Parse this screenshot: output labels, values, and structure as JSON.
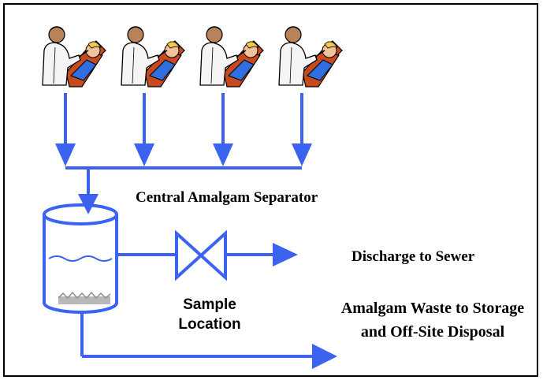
{
  "colors": {
    "pipe": "#3b63f0",
    "frame": "#000000",
    "text": "#000000",
    "coat": "#f4f4f4",
    "chair": "#c64a1e",
    "patient_clothes": "#2f6fe0",
    "skin": "#f1c29b",
    "hair": "#f0c94d"
  },
  "clipart_icon": "dentist-treating-patient-icon",
  "stations": [
    "dental-chair-1",
    "dental-chair-2",
    "dental-chair-3",
    "dental-chair-4"
  ],
  "labels": {
    "separator": "Central Amalgam Separator",
    "discharge": "Discharge to Sewer",
    "sample": "Sample Location",
    "waste": "Amalgam Waste to Storage and Off-Site Disposal"
  }
}
